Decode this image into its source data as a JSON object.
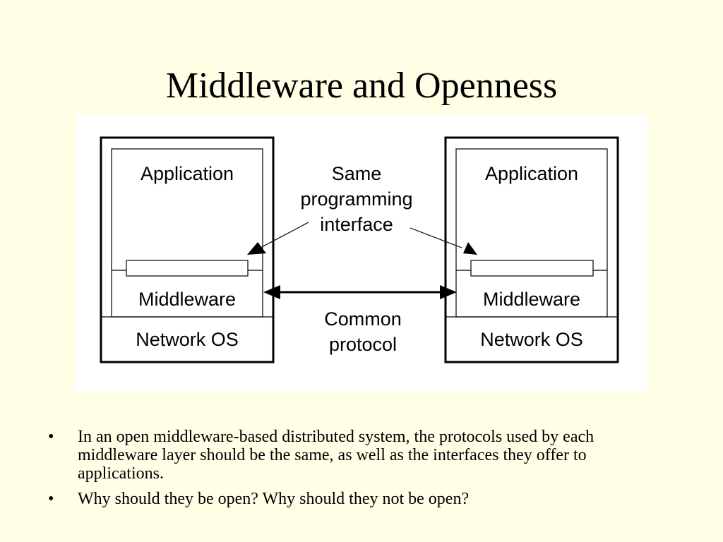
{
  "slide": {
    "title": "Middleware and Openness"
  },
  "diagram": {
    "left_host": {
      "application_label": "Application",
      "middleware_label": "Middleware",
      "network_os_label": "Network OS"
    },
    "right_host": {
      "application_label": "Application",
      "middleware_label": "Middleware",
      "network_os_label": "Network OS"
    },
    "interface_callout": [
      "Same",
      "programming",
      "interface"
    ],
    "protocol_callout": [
      "Common",
      "protocol"
    ]
  },
  "bullets": [
    {
      "marker": "•",
      "text": "In an open middleware-based distributed system, the protocols used by each middleware layer should be the same, as well as the interfaces they offer to applications."
    },
    {
      "marker": "•",
      "text": "Why should they be open? Why should they not be open?"
    }
  ]
}
